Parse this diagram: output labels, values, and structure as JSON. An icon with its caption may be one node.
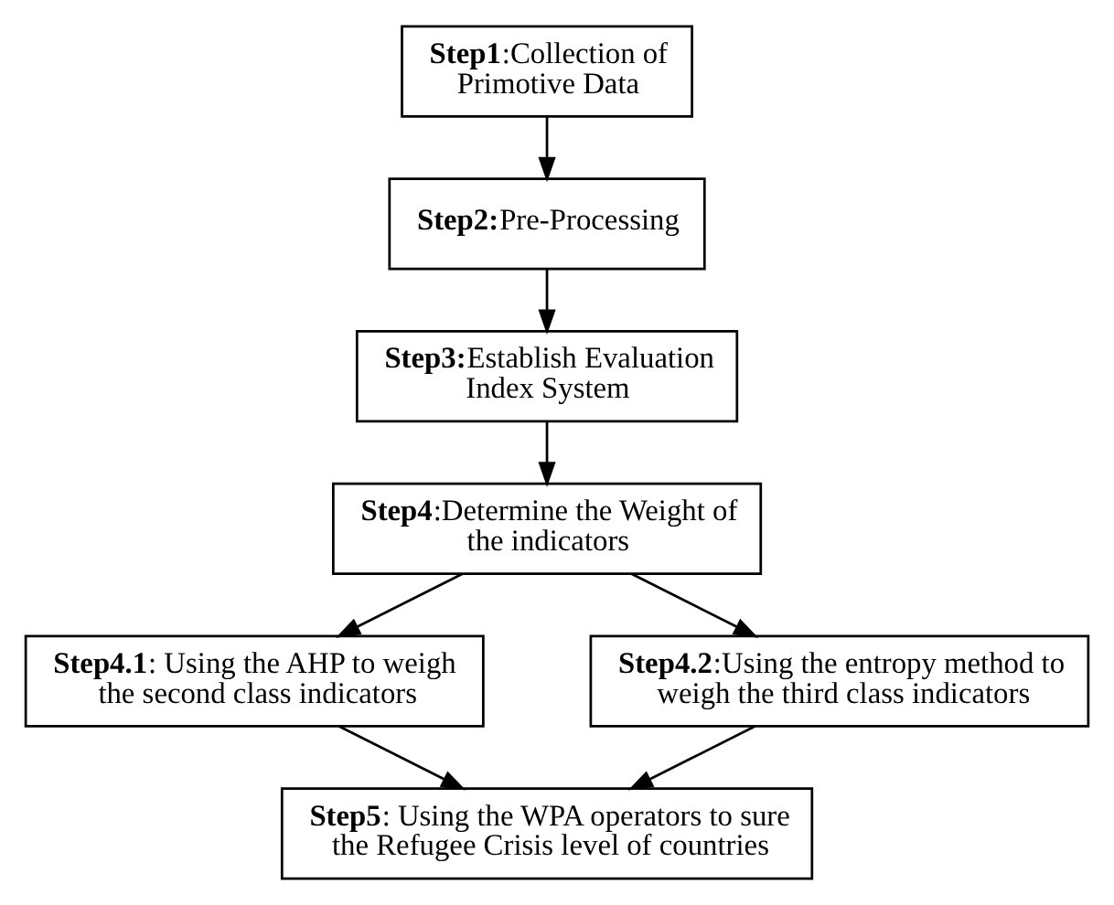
{
  "diagram": {
    "nodes": [
      {
        "text": [
          "**Step1**:Collection of Primotive Data"
        ]
      },
      {
        "text": [
          "**Step2:**Pre-Processing"
        ]
      },
      {
        "text": [
          "**Step3:**Establish Evaluation Index System"
        ]
      },
      {
        "text": [
          "**Step4**:Determine the Weight of the indicators"
        ]
      },
      {
        "text": [
          "**Step4.1**: Using the AHP to weigh the second class indicators"
        ]
      },
      {
        "text": [
          "**Step4.2**:Using the entropy method to weigh the third class indicators"
        ]
      },
      {
        "text": [
          "**Step5**: Using the WPA operators to sure the Refugee Crisis level of countries"
        ]
      }
    ],
    "edges": [
      {
        "from": 0,
        "to": 1,
        "arrow": "to"
      },
      {
        "from": 1,
        "to": 2,
        "arrow": "to"
      },
      {
        "from": 2,
        "to": 3,
        "arrow": "to"
      },
      {
        "from": 3,
        "to": 4,
        "arrow": "to"
      },
      {
        "from": 3,
        "to": 5,
        "arrow": "to"
      },
      {
        "from": 4,
        "to": 6,
        "arrow": "to"
      },
      {
        "from": 5,
        "to": 6,
        "arrow": "to"
      }
    ]
  }
}
